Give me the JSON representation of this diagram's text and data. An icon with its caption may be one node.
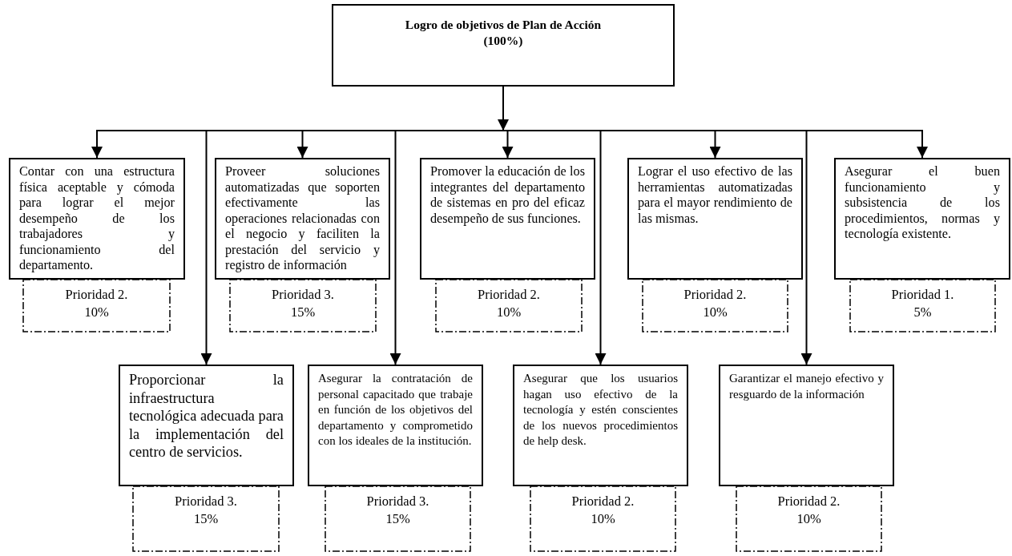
{
  "diagram": {
    "nodes": [
      {
        "text": [
          "Logro de objetivos de Plan de Acción (100%)"
        ]
      },
      {
        "text": [
          "Contar con una estructura física aceptable y cómoda para lograr el mejor desempeño de los trabajadores y funcionamiento del departamento."
        ]
      },
      {
        "text": [
          "Prioridad 2.",
          "10%"
        ]
      },
      {
        "text": [
          "Proveer soluciones automatizadas que soporten efectivamente las operaciones relacionadas con el negocio y faciliten la prestación del servicio y registro de información"
        ]
      },
      {
        "text": [
          "Prioridad 3.",
          "15%"
        ]
      },
      {
        "text": [
          "Promover la educación de los integrantes del departamento de sistemas en pro del eficaz desempeño de sus funciones."
        ]
      },
      {
        "text": [
          "Prioridad 2.",
          "10%"
        ]
      },
      {
        "text": [
          "Lograr el uso efectivo de las herramientas automatizadas para el mayor rendimiento de las mismas."
        ]
      },
      {
        "text": [
          "Prioridad 2.",
          "10%"
        ]
      },
      {
        "text": [
          "Asegurar el buen funcionamiento y subsistencia de los procedimientos, normas y tecnología existente."
        ]
      },
      {
        "text": [
          "Prioridad 1.",
          "5%"
        ]
      },
      {
        "text": [
          "Proporcionar la infraestructura tecnológica adecuada para la implementación del centro de servicios."
        ]
      },
      {
        "text": [
          "Prioridad 3.",
          "15%"
        ]
      },
      {
        "text": [
          "Asegurar la contratación de personal capacitado que trabaje en función de los objetivos del departamento y comprometido con los ideales de la institución."
        ]
      },
      {
        "text": [
          "Prioridad 3.",
          "15%"
        ]
      },
      {
        "text": [
          "Asegurar que los usuarios hagan uso efectivo de la tecnología y estén conscientes de los nuevos procedimientos de help desk."
        ]
      },
      {
        "text": [
          "Prioridad 2.",
          "10%"
        ]
      },
      {
        "text": [
          "Garantizar el manejo efectivo y resguardo de la información"
        ]
      },
      {
        "text": [
          "Prioridad 2.",
          "10%"
        ]
      }
    ],
    "edges": [
      {
        "from": 0,
        "to": 1,
        "arrow": "to"
      },
      {
        "from": 0,
        "to": 3,
        "arrow": "to"
      },
      {
        "from": 0,
        "to": 5,
        "arrow": "to"
      },
      {
        "from": 0,
        "to": 7,
        "arrow": "to"
      },
      {
        "from": 0,
        "to": 9,
        "arrow": "to"
      },
      {
        "from": 0,
        "to": 11,
        "arrow": "to"
      },
      {
        "from": 0,
        "to": 13,
        "arrow": "to"
      },
      {
        "from": 0,
        "to": 15,
        "arrow": "to"
      },
      {
        "from": 0,
        "to": 17,
        "arrow": "to"
      }
    ]
  }
}
